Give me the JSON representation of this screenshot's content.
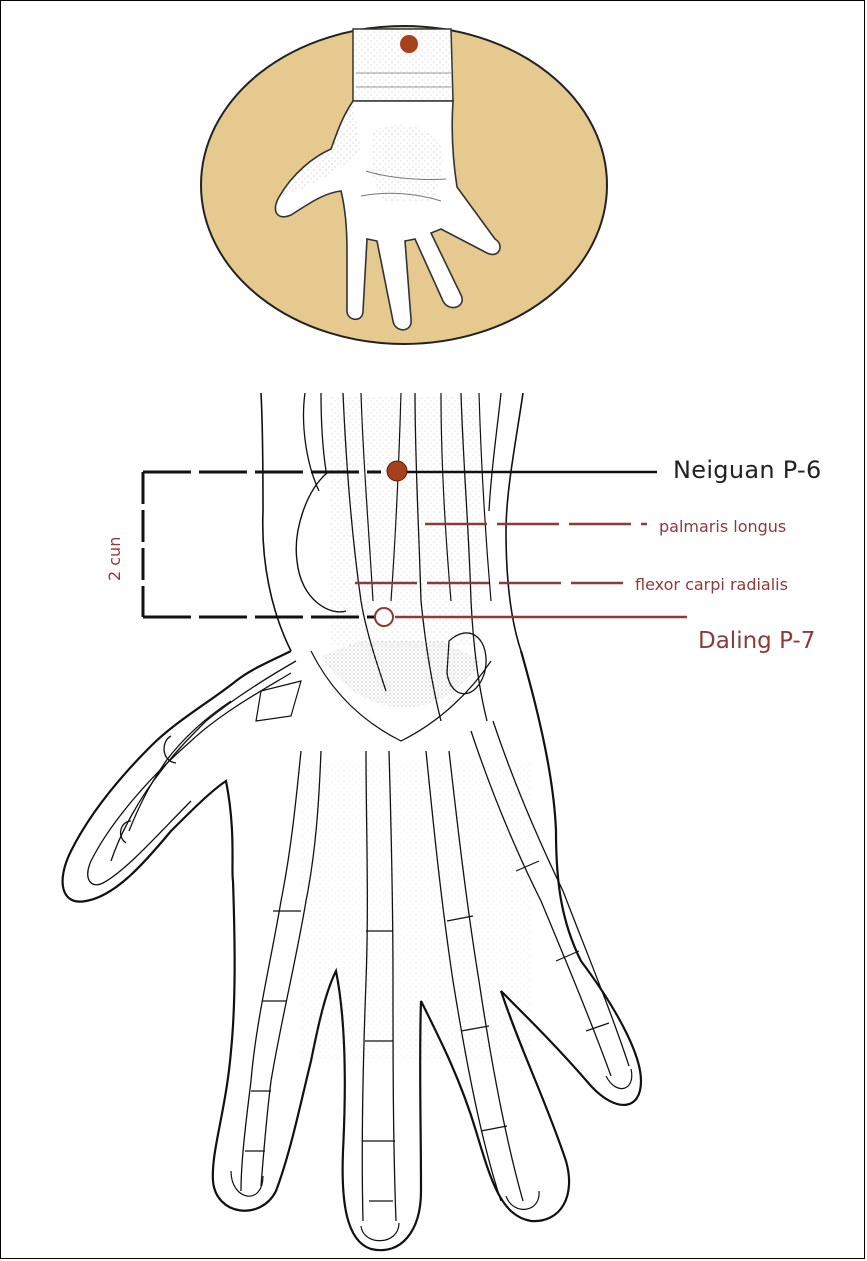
{
  "labels": {
    "neiguan": "Neiguan P-6",
    "palmaris": "palmaris longus",
    "flexor": "flexor carpi radialis",
    "daling": "Daling P-7",
    "cun": "2 cun"
  },
  "colors": {
    "accent_text": "#8e3a3a",
    "point_fill": "#a8401c",
    "inset_circle": "#e5c98f",
    "line": "#111111"
  },
  "icons": {
    "neiguan_point": "filled-red-dot",
    "daling_point": "open-white-dot"
  }
}
